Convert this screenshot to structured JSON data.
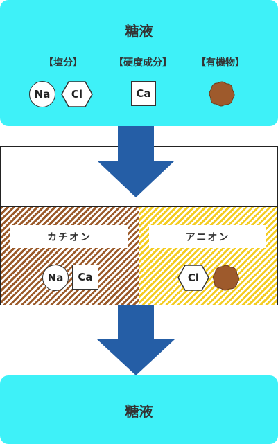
{
  "input": {
    "title": "糖液",
    "categories": [
      {
        "label": "【塩分】"
      },
      {
        "label": "【硬度成分】"
      },
      {
        "label": "【有機物】"
      }
    ],
    "ions": {
      "na": "Na",
      "cl": "Cl",
      "ca": "Ca"
    }
  },
  "resins": {
    "cation": {
      "label": "カチオン",
      "ions": {
        "na": "Na",
        "ca": "Ca"
      },
      "color": "#9b5a2a"
    },
    "anion": {
      "label": "アニオン",
      "ions": {
        "cl": "Cl"
      },
      "color": "#f4cc21"
    }
  },
  "output": {
    "title": "糖液"
  },
  "colors": {
    "box": "#3ef1f8",
    "arrow": "#255ea6",
    "organic": "#9e5a2c"
  },
  "icons": [
    "organic-matter-icon",
    "down-arrow-icon",
    "hexagon-ion-icon"
  ]
}
